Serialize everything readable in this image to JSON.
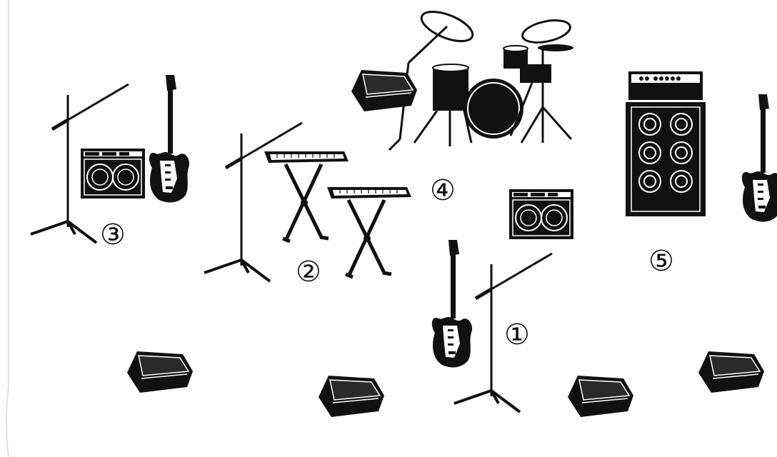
{
  "stage_plot": {
    "positions": [
      {
        "label": "①"
      },
      {
        "label": "②"
      },
      {
        "label": "③"
      },
      {
        "label": "④"
      },
      {
        "label": "⑤"
      }
    ],
    "colors": {
      "equipment": "#111111",
      "background": "#ffffff"
    },
    "icons": [
      "mic-stand-icon",
      "electric-guitar-icon",
      "bass-guitar-icon",
      "guitar-amp-combo-icon",
      "bass-amp-stack-icon",
      "keyboard-icon",
      "drum-kit-icon",
      "floor-monitor-icon"
    ]
  }
}
